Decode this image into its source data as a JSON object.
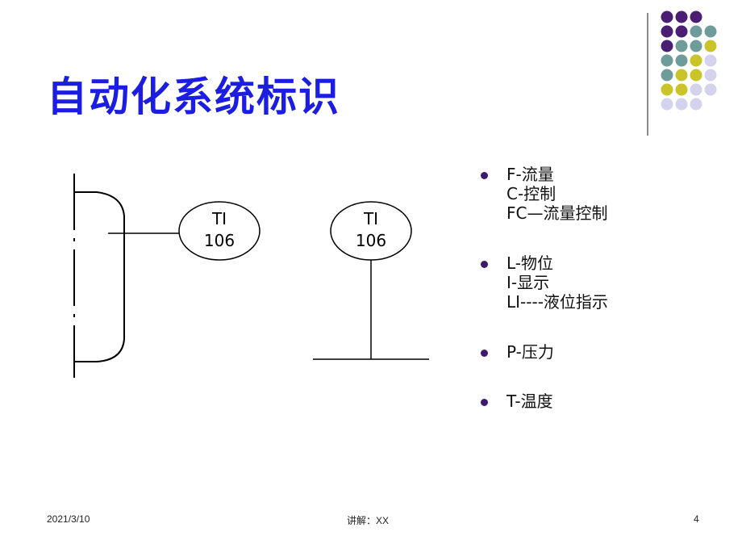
{
  "title": "自动化系统标识",
  "diagram": {
    "left_instrument": {
      "line1": "TI",
      "line2": "106"
    },
    "right_instrument": {
      "line1": "TI",
      "line2": "106"
    }
  },
  "bullets": [
    {
      "lines": [
        "F-流量",
        "C-控制",
        "FC—流量控制"
      ]
    },
    {
      "lines": [
        "L-物位",
        "I-显示",
        "LI----液位指示"
      ]
    },
    {
      "lines": [
        "P-压力"
      ]
    },
    {
      "lines": [
        "T-温度"
      ]
    }
  ],
  "footer": {
    "date": "2021/3/10",
    "speaker": "讲解：XX",
    "page": "4"
  },
  "colors": {
    "title": "#1b1ee0",
    "bullet": "#3b1a6b",
    "dot_purple": "#4a1e73",
    "dot_teal": "#6f9b9b",
    "dot_yellow": "#c9c42a",
    "dot_lavender": "#d4d2ec"
  },
  "decorative_dot_grid": [
    [
      "purple",
      "purple",
      "purple"
    ],
    [
      "purple",
      "purple",
      "teal",
      "teal"
    ],
    [
      "purple",
      "teal",
      "teal",
      "yellow"
    ],
    [
      "teal",
      "teal",
      "yellow",
      "lavender"
    ],
    [
      "teal",
      "yellow",
      "yellow",
      "lavender"
    ],
    [
      "yellow",
      "yellow",
      "lavender",
      "lavender"
    ],
    [
      "lavender",
      "lavender",
      "lavender"
    ]
  ]
}
